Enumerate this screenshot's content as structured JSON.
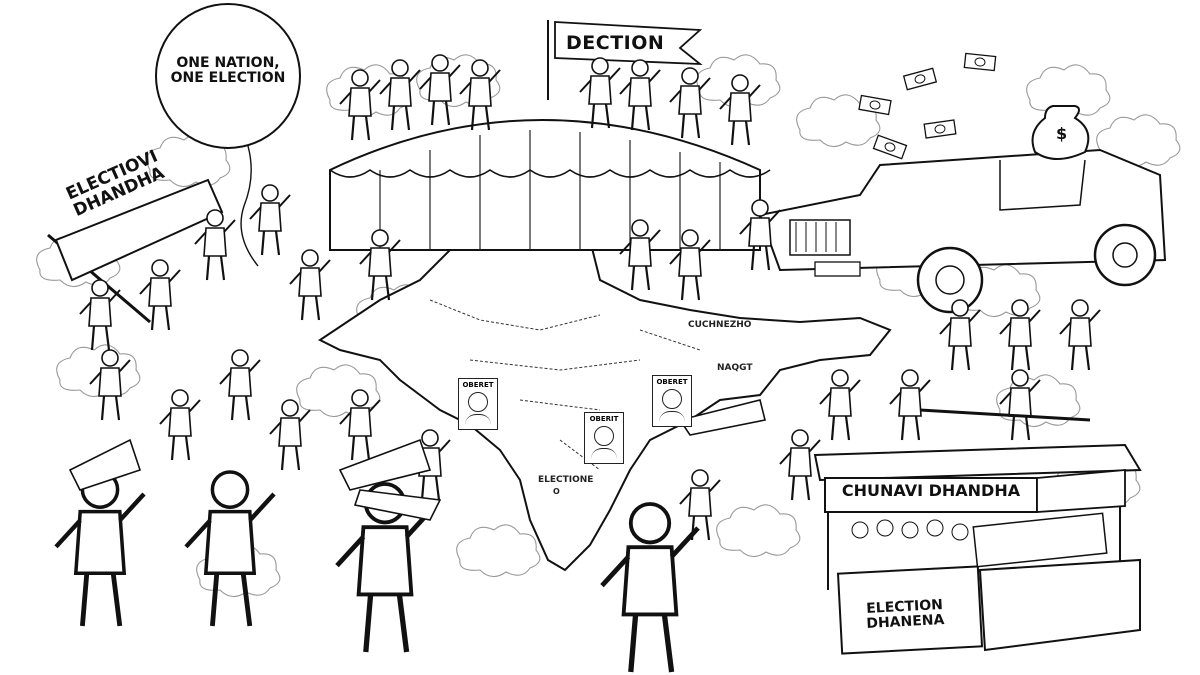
{
  "balloon": {
    "text": "ONE NATION, ONE ELECTION"
  },
  "flag": {
    "text": "DECTION"
  },
  "banner": {
    "line1": "ELECTIOVI",
    "line2": "DHANDHA"
  },
  "map_labels": {
    "northeast": "CUCHNEZHO",
    "east": "NAQGT",
    "south": "ELECTIONE",
    "south_sub": "O"
  },
  "posters": [
    {
      "title": "OBERET"
    },
    {
      "title": "OBERET"
    },
    {
      "title": "OBERIT"
    }
  ],
  "stall": {
    "sign": "CHUNAVI DHANDHA",
    "front": "ELECTION DHANENA"
  },
  "money_bag": {
    "symbol": "$"
  }
}
